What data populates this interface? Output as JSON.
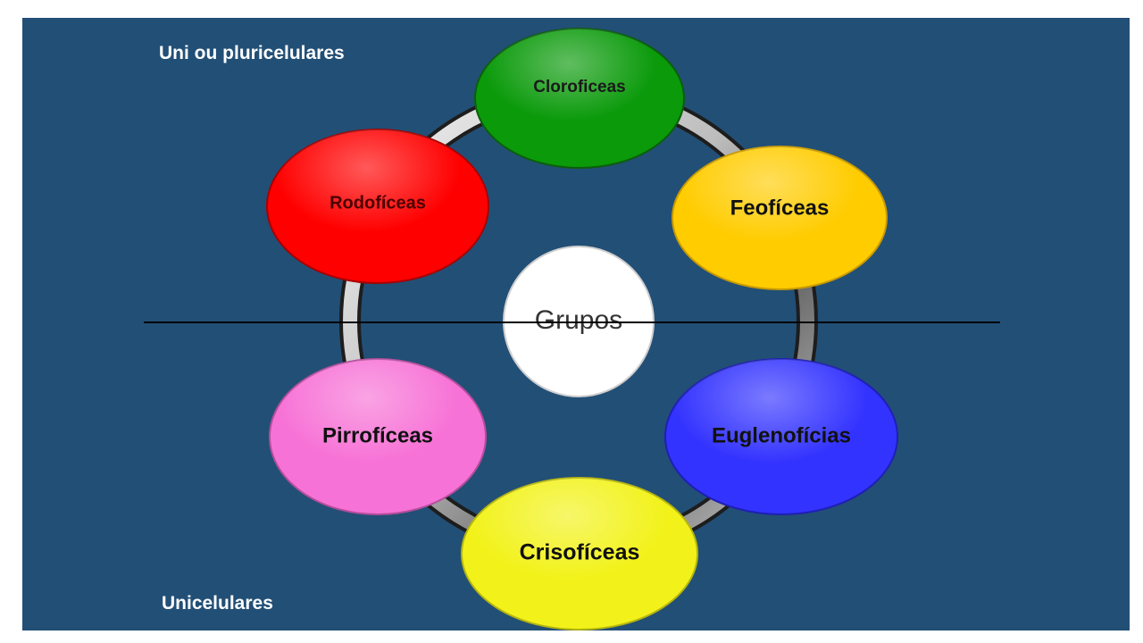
{
  "labels": {
    "top": "Uni ou pluricelulares",
    "bottom": "Unicelulares"
  },
  "center": {
    "label": "Grupos",
    "color": "#ffffff"
  },
  "nodes": [
    {
      "id": "cloroficeas",
      "label": "Cloroficeas",
      "color": "#0a9a0a",
      "text_color": "#1a1a1a"
    },
    {
      "id": "feoficeas",
      "label": "Feofíceas",
      "color": "#ffcc00",
      "text_color": "#111111"
    },
    {
      "id": "euglenoficias",
      "label": "Euglenofícias",
      "color": "#3333ff",
      "text_color": "#111111"
    },
    {
      "id": "crisoficeas",
      "label": "Crisofíceas",
      "color": "#f2f21a",
      "text_color": "#111111"
    },
    {
      "id": "pirroficeas",
      "label": "Pirrofíceas",
      "color": "#f772d6",
      "text_color": "#111111"
    },
    {
      "id": "rodoficeas",
      "label": "Rodofíceas",
      "color": "#ff0000",
      "text_color": "#4a0000"
    }
  ],
  "colors": {
    "background": "#224f76",
    "divider": "#000000"
  }
}
